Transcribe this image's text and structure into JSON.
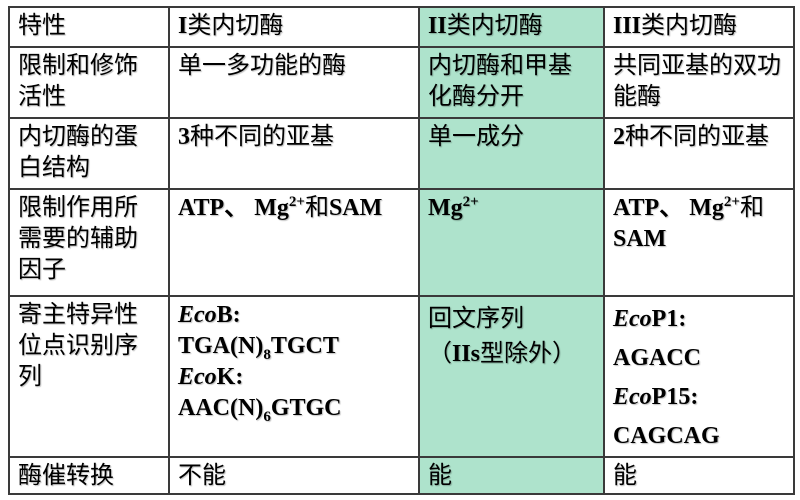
{
  "header": {
    "c0": "特性",
    "c1": "I",
    "c1b": "类内切酶",
    "c2": "II",
    "c2b": "类内切酶",
    "c3": "III",
    "c3b": "类内切酶"
  },
  "row1": {
    "label": "限制和修饰活性",
    "c1": "单一多功能的酶",
    "c2": "内切酶和甲基化酶分开",
    "c3": "共同亚基的双功能酶"
  },
  "row2": {
    "label": "内切酶的蛋白结构",
    "c1n": "3",
    "c1": "种不同的亚基",
    "c2": "单一成分",
    "c3n": "2",
    "c3": "种不同的亚基"
  },
  "row3": {
    "label": "限制作用所需要的辅助因子",
    "c1a": "ATP、 Mg",
    "c1sup": "2+",
    "c1b": "和",
    "c1c": "SAM",
    "c2": "Mg",
    "c2sup": "2+",
    "c3a": "ATP、 Mg",
    "c3sup": "2+",
    "c3b": "和",
    "c3c": "SAM"
  },
  "row4": {
    "label": "寄主特异性位点识别序列",
    "c1": {
      "e1": "Eco",
      "e1b": "B:",
      "s1a": "TGA(N)",
      "s1sub": "8",
      "s1b": "TGCT",
      "e2": "Eco",
      "e2b": "K:",
      "s2a": "AAC(N)",
      "s2sub": "6",
      "s2b": "GTGC"
    },
    "c2": {
      "l1": "回文序列",
      "l2a": "（",
      "l2b": "IIs",
      "l2c": "型除外）"
    },
    "c3": {
      "e1": "Eco",
      "e1b": "P1:",
      "s1": "AGACC",
      "e2": "Eco",
      "e2b": "P15:",
      "s2": "CAGCAG"
    }
  },
  "row5": {
    "label": "酶催转换",
    "c1": "不能",
    "c2": "能",
    "c3": "能"
  },
  "colors": {
    "highlight": "#aee3cc",
    "border": "#3a3a3a"
  }
}
